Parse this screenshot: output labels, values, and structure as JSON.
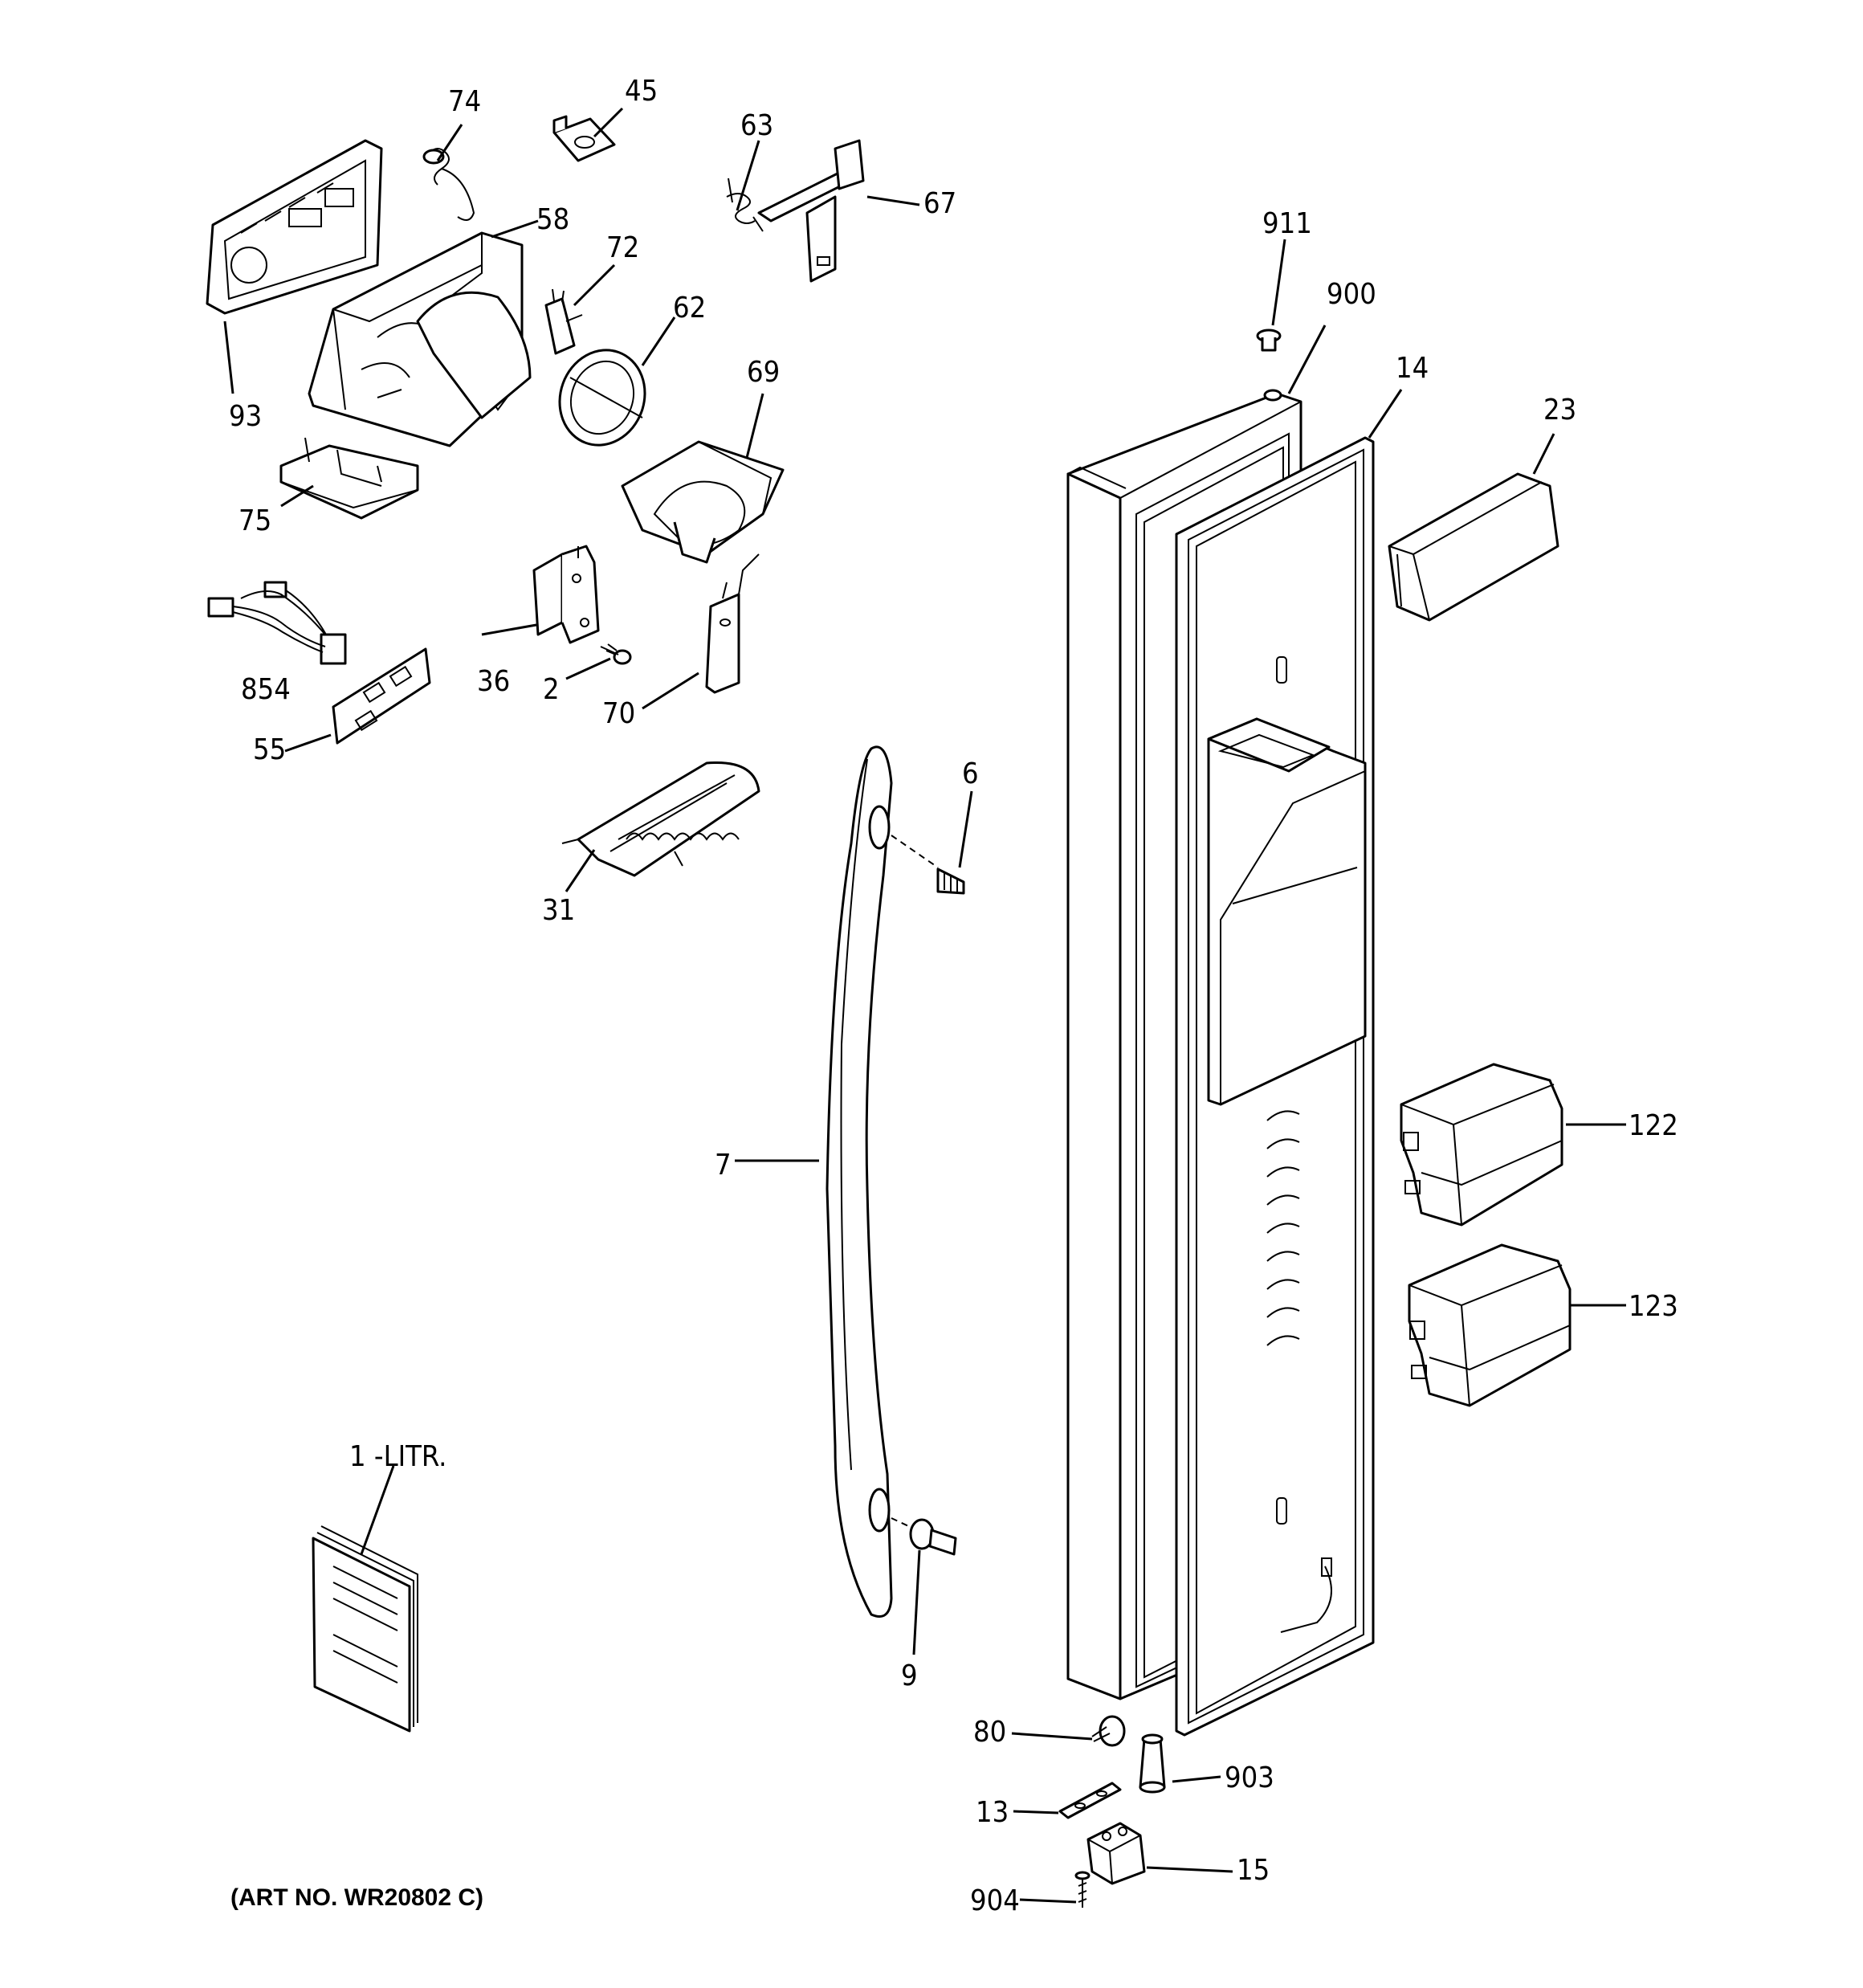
{
  "labels": {
    "l74": "74",
    "l45": "45",
    "l63": "63",
    "l67": "67",
    "l58": "58",
    "l72": "72",
    "l62": "62",
    "l93": "93",
    "l69": "69",
    "l75": "75",
    "l854": "854",
    "l36": "36",
    "l2": "2",
    "l70": "70",
    "l55": "55",
    "l6": "6",
    "l31": "31",
    "l7": "7",
    "l9": "9",
    "l911": "911",
    "l900": "900",
    "l14": "14",
    "l23": "23",
    "l122": "122",
    "l123": "123",
    "l80": "80",
    "l903": "903",
    "l13": "13",
    "l15": "15",
    "l904": "904",
    "litr": "1 -LITR."
  },
  "art_number": "(ART NO. WR20802 C)",
  "parts": [
    "dispenser-control-board",
    "spring-small",
    "bracket-small",
    "torsion-spring",
    "actuator-arm",
    "dispenser-housing",
    "micro-switch",
    "funnel-ring",
    "ice-funnel",
    "cover-plate",
    "wire-harness",
    "switch-bracket",
    "screw",
    "paddle-actuator",
    "switch-plate",
    "drip-tray",
    "door-handle",
    "handle-stud-top",
    "handle-stud-bottom",
    "door-screw-cap",
    "door-assembly",
    "door-gasket",
    "top-bin",
    "door-bin-upper",
    "door-bin-lower",
    "door-stop",
    "hinge-pin-bushing",
    "hinge-shim",
    "bottom-hinge",
    "hinge-screw",
    "literature-pack"
  ]
}
